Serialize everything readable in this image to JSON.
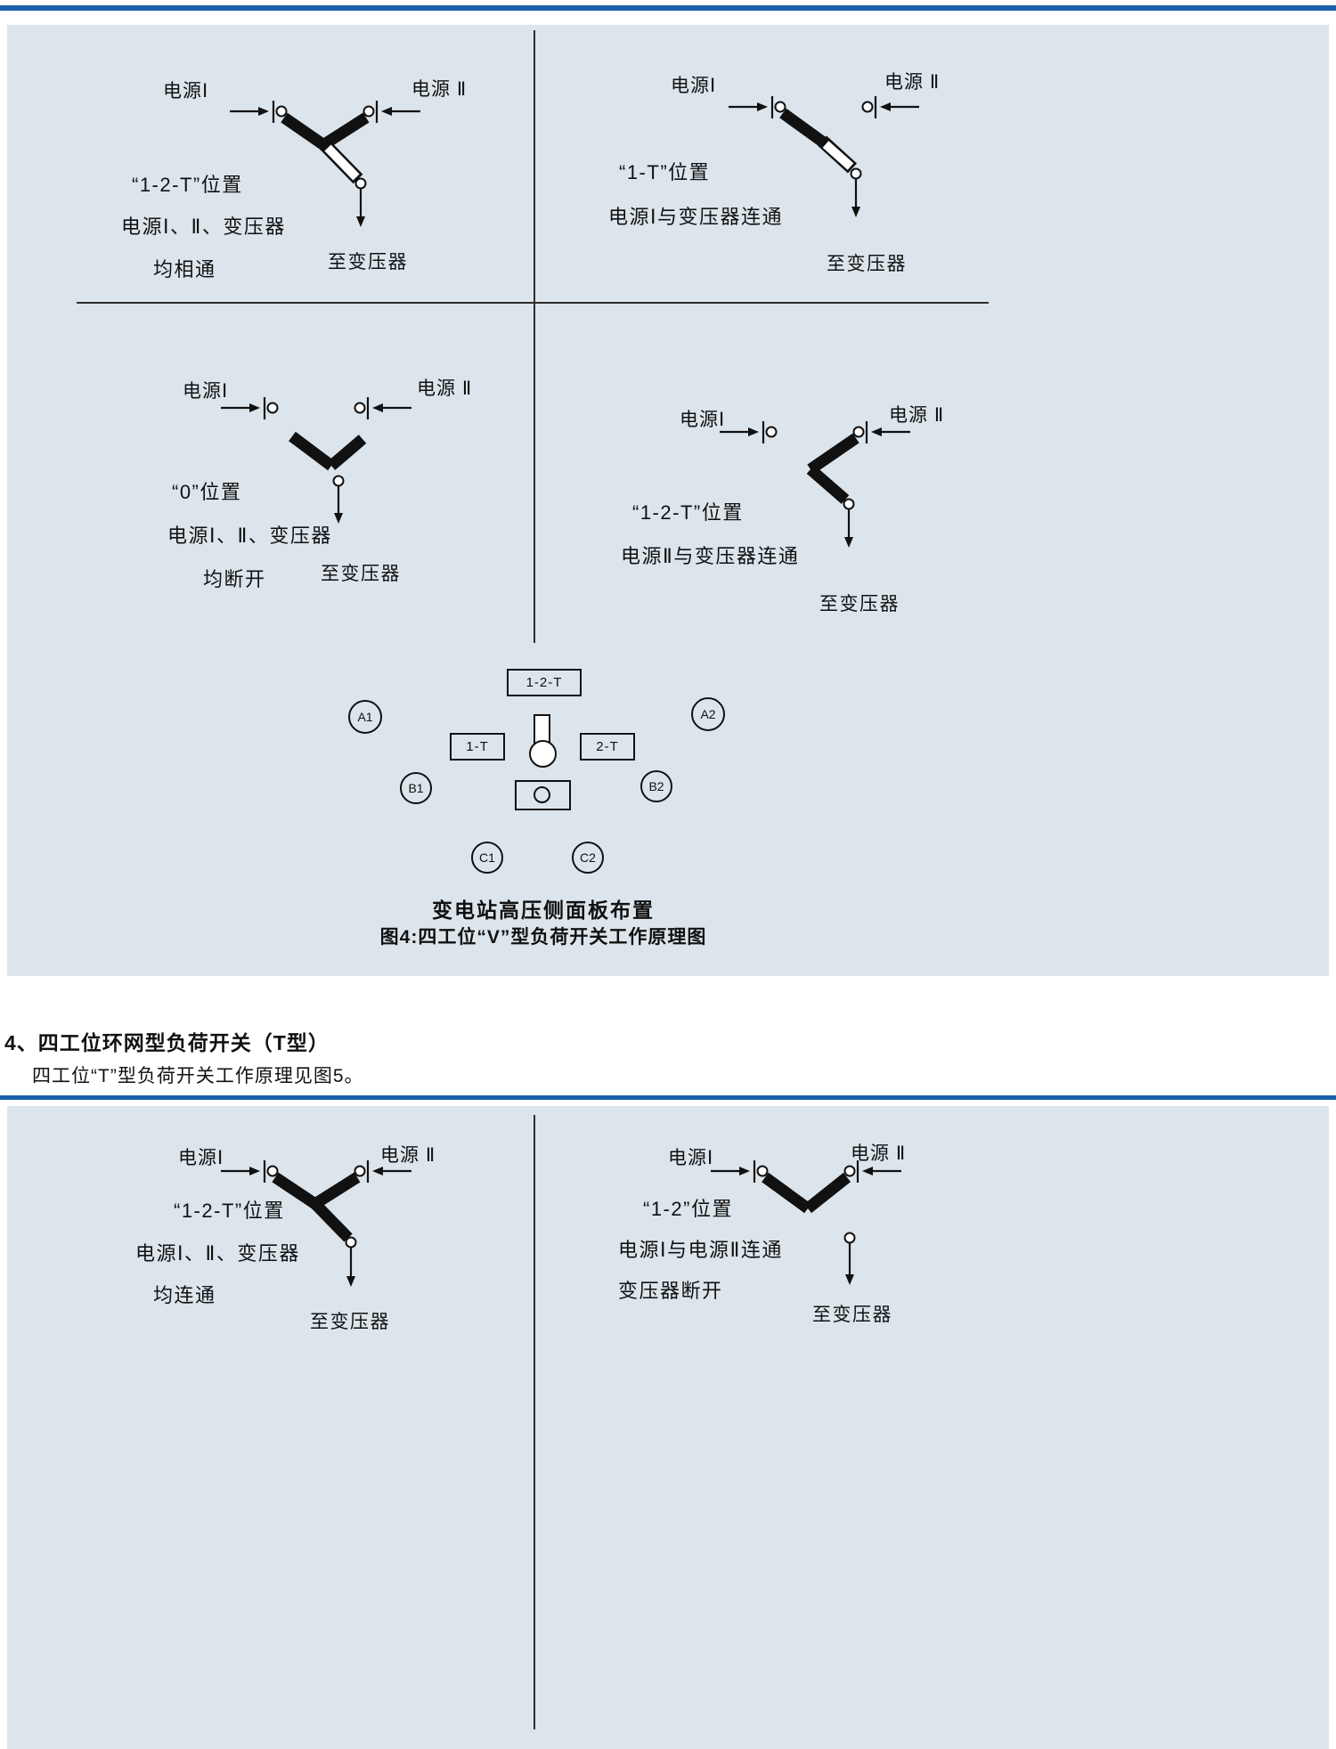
{
  "fig4": {
    "quadrants": [
      {
        "power1": "电源Ⅰ",
        "power2": "电源 Ⅱ",
        "caption": [
          "“1-2-T”位置",
          "电源Ⅰ、Ⅱ、变压器",
          "均相通"
        ],
        "to_transformer": "至变压器"
      },
      {
        "power1": "电源Ⅰ",
        "power2": "电源 Ⅱ",
        "caption": [
          "“1-T”位置",
          "电源Ⅰ与变压器连通"
        ],
        "to_transformer": "至变压器"
      },
      {
        "power1": "电源Ⅰ",
        "power2": "电源 Ⅱ",
        "caption": [
          "“0”位置",
          "电源Ⅰ、Ⅱ、变压器",
          "均断开"
        ],
        "to_transformer": "至变压器"
      },
      {
        "power1": "电源Ⅰ",
        "power2": "电源 Ⅱ",
        "caption": [
          "“1-2-T”位置",
          "电源Ⅱ与变压器连通"
        ],
        "to_transformer": "至变压器"
      }
    ],
    "panel": {
      "pos_top": "1-2-T",
      "pos_left": "1-T",
      "pos_right": "2-T",
      "terminals": [
        "A1",
        "A2",
        "B1",
        "B2",
        "C1",
        "C2"
      ],
      "caption_line1": "变电站高压侧面板布置",
      "caption_line2": "图4:四工位“V”型负荷开关工作原理图"
    }
  },
  "section4": {
    "heading": "4、四工位环网型负荷开关（T型）",
    "body": "四工位“T”型负荷开关工作原理见图5。"
  },
  "fig5": {
    "quadrants": [
      {
        "power1": "电源Ⅰ",
        "power2": "电源 Ⅱ",
        "caption": [
          "“1-2-T”位置",
          "电源Ⅰ、Ⅱ、变压器",
          "均连通"
        ],
        "to_transformer": "至变压器"
      },
      {
        "power1": "电源Ⅰ",
        "power2": "电源 Ⅱ",
        "caption": [
          "“1-2”位置",
          "电源Ⅰ与电源Ⅱ连通",
          "变压器断开"
        ],
        "to_transformer": "至变压器"
      }
    ]
  }
}
